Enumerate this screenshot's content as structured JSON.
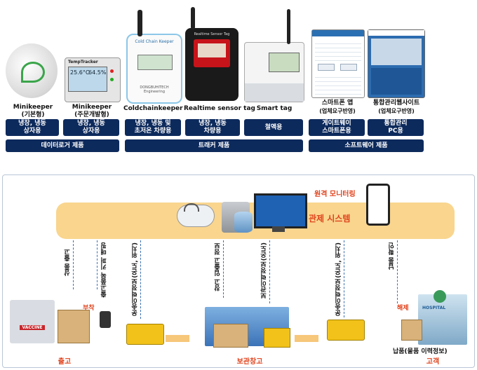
{
  "devices": [
    {
      "name": "Minikeeper",
      "sub": "(기본형)"
    },
    {
      "name": "Minikeeper",
      "sub": "(주문개발형)"
    },
    {
      "name": "Coldchainkeeper",
      "sub": ""
    },
    {
      "name": "Realtime sensor tag",
      "sub": ""
    },
    {
      "name": "Smart tag",
      "sub": ""
    },
    {
      "name": "스마트폰 앱",
      "sub": "(업체요구반영)"
    },
    {
      "name": "통합관리웹사이트",
      "sub": "(업체요구반영)"
    }
  ],
  "device_screens": {
    "temptracker_title": "TempTracker",
    "temptracker_temp": "25.6°C",
    "temptracker_hum": "64.5%",
    "coldchain_brand": "Cold Chain Keeper",
    "coldchain_maker": "DONGBUHITECH Engineering",
    "realtime_brand": "Realtime Sensor Tag"
  },
  "usage_boxes": [
    {
      "line1": "냉장, 냉동",
      "line2": "상자용"
    },
    {
      "line1": "냉장, 냉동",
      "line2": "상자용"
    },
    {
      "line1": "냉장, 냉동 및",
      "line2": "초저온 차량용"
    },
    {
      "line1": "냉장, 냉동",
      "line2": "차량용"
    },
    {
      "line1": "철액용",
      "line2": ""
    },
    {
      "line1": "게이트웨이",
      "line2": "스마트폰용"
    },
    {
      "line1": "통합관리",
      "line2": "PC용"
    }
  ],
  "categories": [
    "데이터로거 제품",
    "트래커 제품",
    "소프트웨어 제품"
  ],
  "system": {
    "remote_monitoring": "원격 모니터링",
    "control_system": "관제 시스템"
  },
  "flow_labels": [
    "상품 출고",
    "출고품목 키퍼 매핑",
    "운송이력정보(온도, 위치)",
    "창고 입출고 정보",
    "보관이력정보(온도)",
    "운송이력정보(온도, 위치)",
    "납품 확인"
  ],
  "stages": [
    "출고",
    "보관창고",
    "고객"
  ],
  "annotations": {
    "attach": "부착",
    "detach": "해제",
    "delivery": "납품(물품 이력정보)",
    "vaccine": "VACCINE",
    "hospital": "HOSPITAL"
  }
}
